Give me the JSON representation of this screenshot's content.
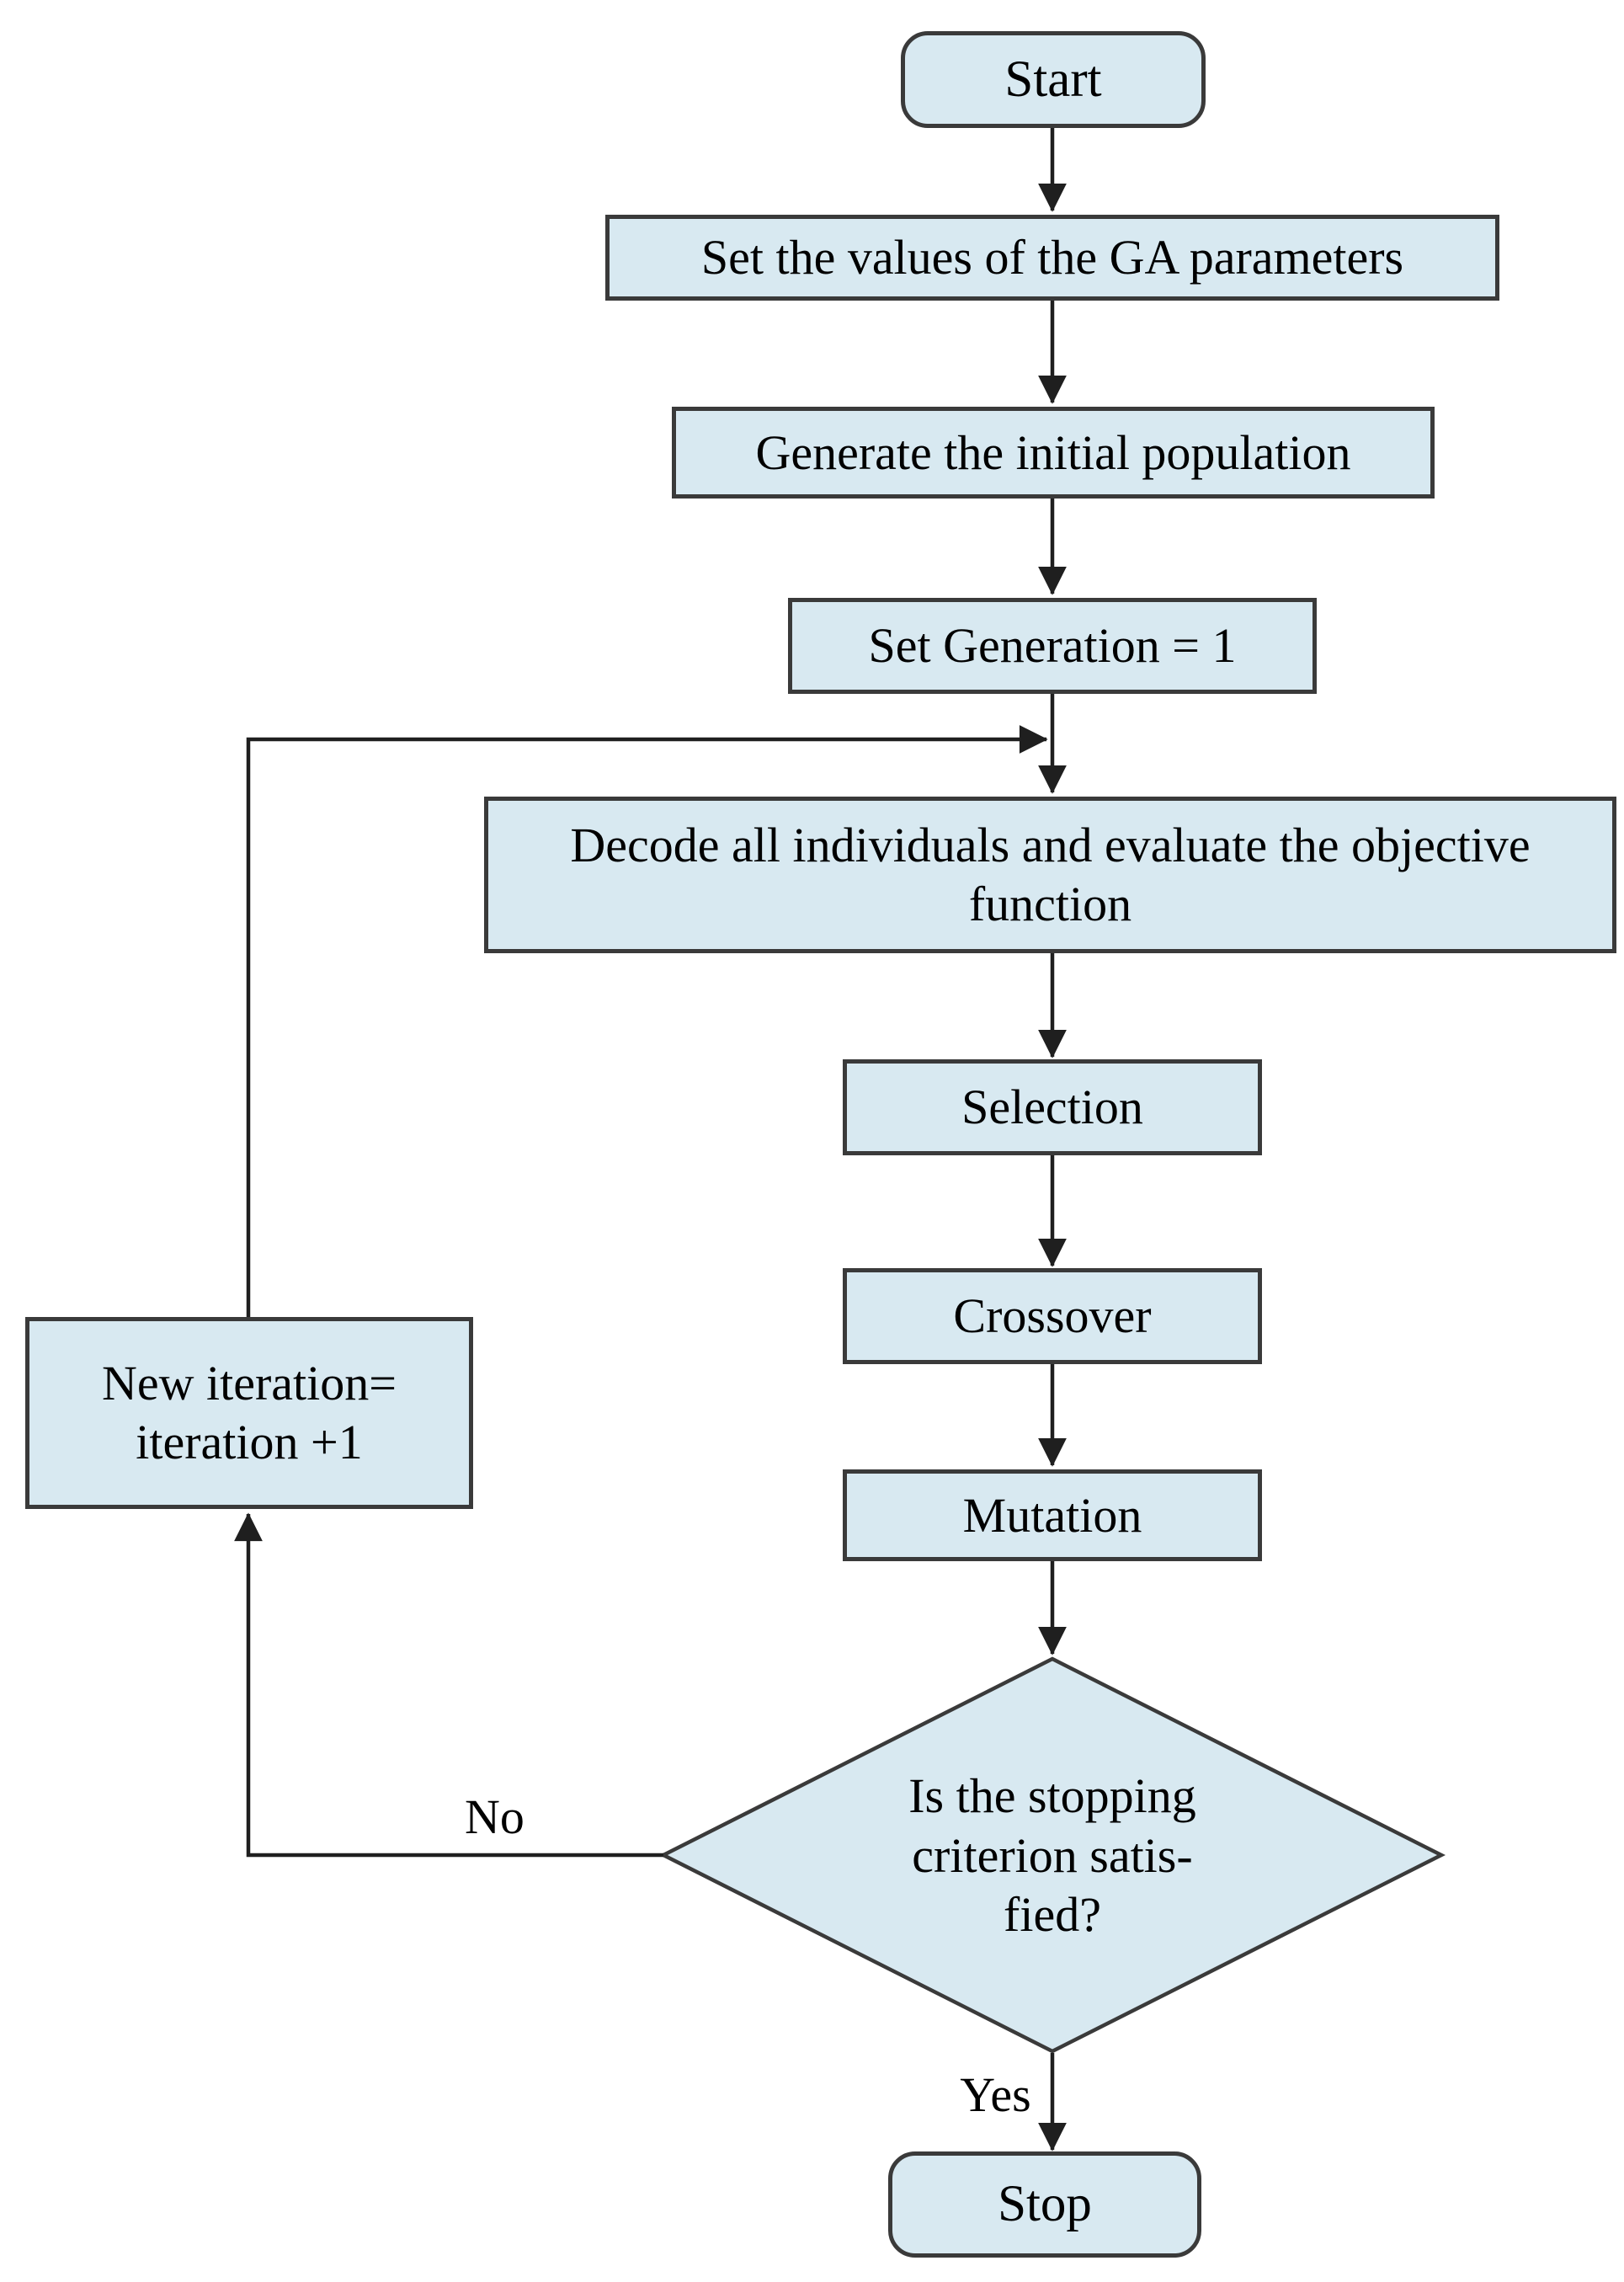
{
  "colors": {
    "node_fill": "#d8e9f1",
    "node_border": "#3a3a3a",
    "arrow": "#1f1f1f",
    "text": "#000000",
    "background": "#ffffff"
  },
  "flowchart": {
    "nodes": {
      "start": {
        "label": "Start"
      },
      "set_params": {
        "label": "Set the values of the GA parameters"
      },
      "generate_population": {
        "label": "Generate the initial population"
      },
      "set_generation": {
        "label": "Set Generation = 1"
      },
      "decode_evaluate": {
        "label": "Decode all individuals and evaluate the objective\nfunction"
      },
      "selection": {
        "label": "Selection"
      },
      "crossover": {
        "label": "Crossover"
      },
      "mutation": {
        "label": "Mutation"
      },
      "stopping_decision": {
        "label": "Is the stopping\ncriterion satis-\nfied?"
      },
      "new_iteration": {
        "label": "New iteration=\niteration +1"
      },
      "stop": {
        "label": "Stop"
      }
    },
    "edge_labels": {
      "no": "No",
      "yes": "Yes"
    }
  }
}
